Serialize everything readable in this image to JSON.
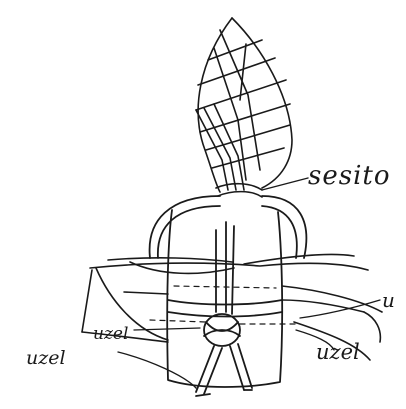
{
  "labels": {
    "sesito": "sesito",
    "u": "u",
    "uzel_inner": "uzel",
    "uzel_outer": "uzel",
    "uzel_right": "uzel"
  },
  "colors": {
    "ink": "#1a1a1a",
    "paper": "#ffffff"
  }
}
